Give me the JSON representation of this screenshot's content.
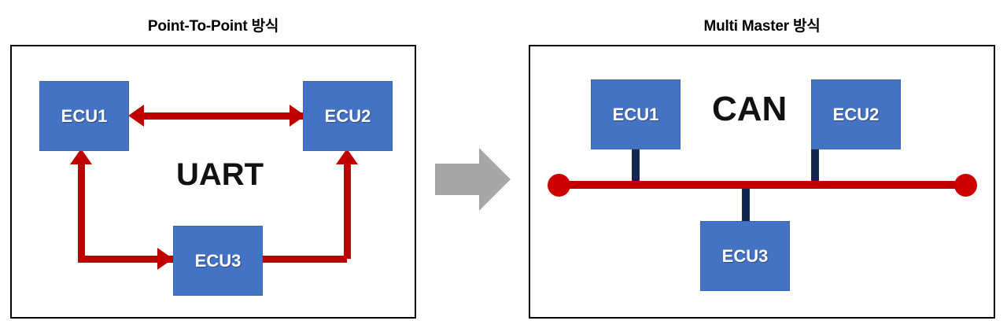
{
  "diagram": {
    "left_panel": {
      "title": "Point-To-Point 방식",
      "protocol_label": "UART",
      "nodes": [
        {
          "id": "ecu1",
          "label": "ECU1"
        },
        {
          "id": "ecu2",
          "label": "ECU2"
        },
        {
          "id": "ecu3",
          "label": "ECU3"
        }
      ],
      "connections": [
        {
          "from": "ECU1",
          "to": "ECU2",
          "direction": "bidirectional",
          "style": "straight"
        },
        {
          "from": "ECU3",
          "to": "ECU1",
          "direction": "unidirectional",
          "style": "elbow"
        },
        {
          "from": "ECU2",
          "to": "ECU3",
          "direction": "unidirectional",
          "style": "elbow"
        }
      ]
    },
    "right_panel": {
      "title": "Multi Master 방식",
      "protocol_label": "CAN",
      "nodes": [
        {
          "id": "ecu1",
          "label": "ECU1"
        },
        {
          "id": "ecu2",
          "label": "ECU2"
        },
        {
          "id": "ecu3",
          "label": "ECU3"
        }
      ],
      "bus": {
        "name": "can-bus",
        "terminators": 2
      }
    },
    "transition": {
      "icon": "gray-right-arrow"
    },
    "colors": {
      "ecu_fill": "#4573C4",
      "arrow_red": "#C00000",
      "bus_red": "#C00000",
      "terminator_red": "#CC0000",
      "stub_navy": "#13264F",
      "transition_gray": "#A6A6A6",
      "panel_border": "#000000",
      "text_dark": "#111111",
      "ecu_text": "#FFFFFF"
    }
  }
}
